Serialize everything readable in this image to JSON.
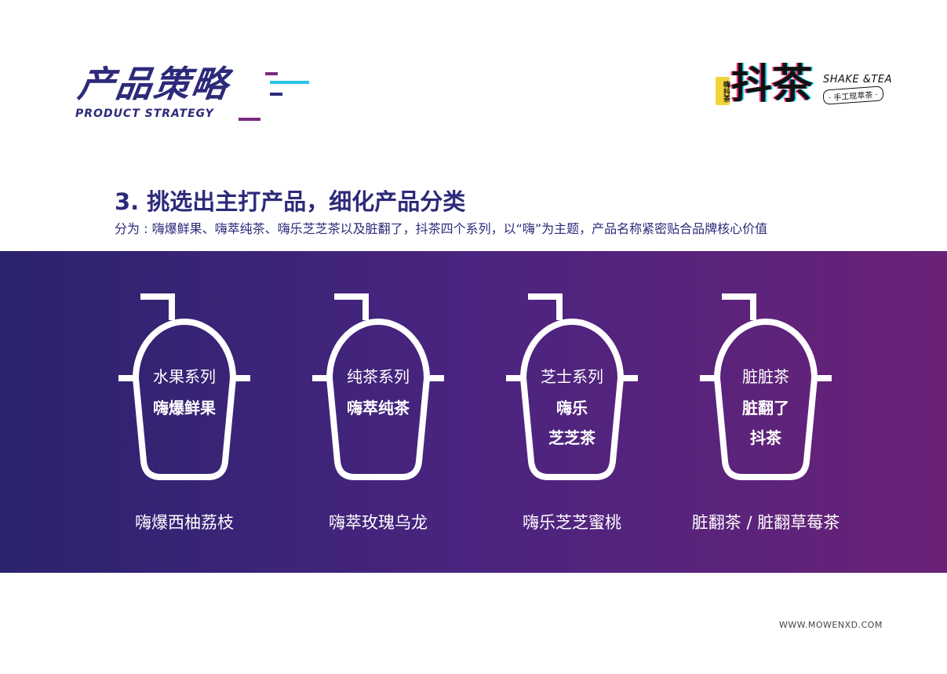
{
  "header": {
    "title_cn": "产品策略",
    "title_en": "PRODUCT STRATEGY",
    "accent_colors": [
      "#2d2a7a",
      "#27c4e8",
      "#7a2a82"
    ]
  },
  "logo": {
    "main": "抖茶",
    "small": "嗨抖茶",
    "en": "SHAKE &TEA",
    "tag": "· 手工现萃茶 ·"
  },
  "section": {
    "title": "3. 挑选出主打产品，细化产品分类",
    "subtitle": "分为 : 嗨爆鲜果、嗨萃纯茶、嗨乐芝芝茶以及脏翻了，抖茶四个系列，以“嗨”为主题，产品名称紧密贴合品牌核心价值"
  },
  "cups": [
    {
      "icon": "cup-icon",
      "category": "水果系列",
      "name_lines": [
        "嗨爆鲜果"
      ],
      "caption": "嗨爆西柚荔枝"
    },
    {
      "icon": "cup-icon",
      "category": "纯茶系列",
      "name_lines": [
        "嗨萃纯茶"
      ],
      "caption": "嗨萃玫瑰乌龙"
    },
    {
      "icon": "cup-icon",
      "category": "芝士系列",
      "name_lines": [
        "嗨乐",
        "芝芝茶"
      ],
      "caption": "嗨乐芝芝蜜桃"
    },
    {
      "icon": "cup-icon",
      "category": "脏脏茶",
      "name_lines": [
        "脏翻了",
        "抖茶"
      ],
      "caption": "脏翻茶 / 脏翻草莓茶"
    }
  ],
  "footer": {
    "url": "WWW.MOWENXD.COM"
  },
  "colors": {
    "primary": "#2d2a7a",
    "band_start": "#2b236e",
    "band_end": "#6a2277",
    "text_on_band": "#ffffff"
  }
}
